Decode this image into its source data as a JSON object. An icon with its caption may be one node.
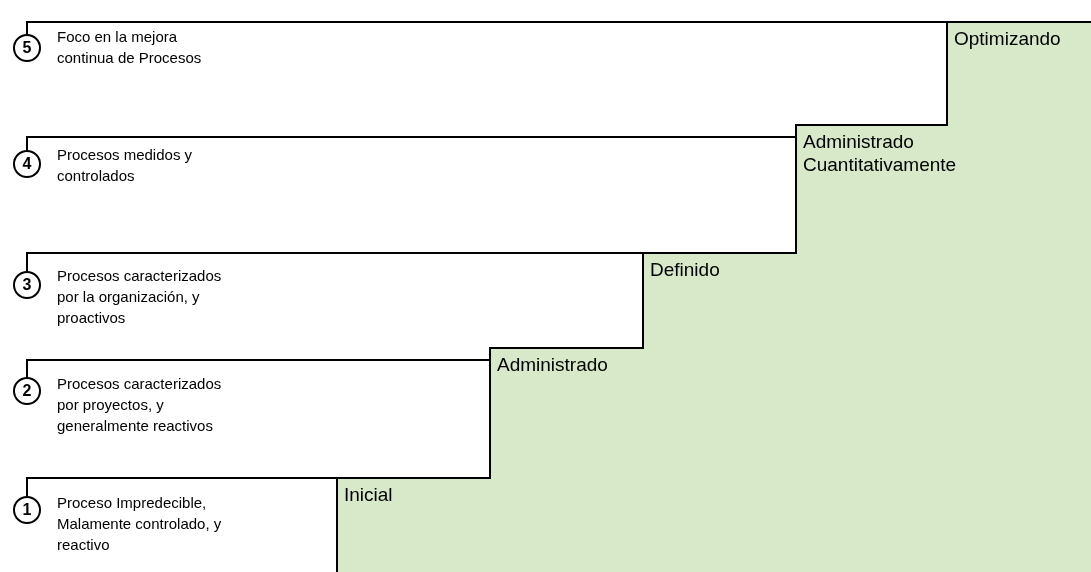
{
  "diagram": {
    "nodes": [
      {
        "text": [
          "5"
        ],
        "beside": [
          "Foco en la mejora continua de Procesos"
        ]
      },
      {
        "text": [
          "Optimizando"
        ]
      },
      {
        "text": [
          "4"
        ],
        "beside": [
          "Procesos medidos y controlados"
        ]
      },
      {
        "text": [
          "Administrado Cuantitativamente"
        ]
      },
      {
        "text": [
          "3"
        ],
        "beside": [
          "Procesos caracterizados por la organización, y proactivos"
        ]
      },
      {
        "text": [
          "Definido"
        ]
      },
      {
        "text": [
          "2"
        ],
        "beside": [
          "Procesos caracterizados por proyectos, y generalmente reactivos"
        ]
      },
      {
        "text": [
          "Administrado"
        ]
      },
      {
        "text": [
          "1"
        ],
        "beside": [
          "Proceso Impredecible, Malamente controlado, y reactivo"
        ]
      },
      {
        "text": [
          "Inicial"
        ]
      }
    ],
    "edges": [
      {
        "from": 0,
        "to": 1,
        "arrow": "none"
      },
      {
        "from": 2,
        "to": 3,
        "arrow": "none"
      },
      {
        "from": 4,
        "to": 5,
        "arrow": "none"
      },
      {
        "from": 6,
        "to": 7,
        "arrow": "none"
      },
      {
        "from": 8,
        "to": 9,
        "arrow": "none"
      }
    ]
  }
}
